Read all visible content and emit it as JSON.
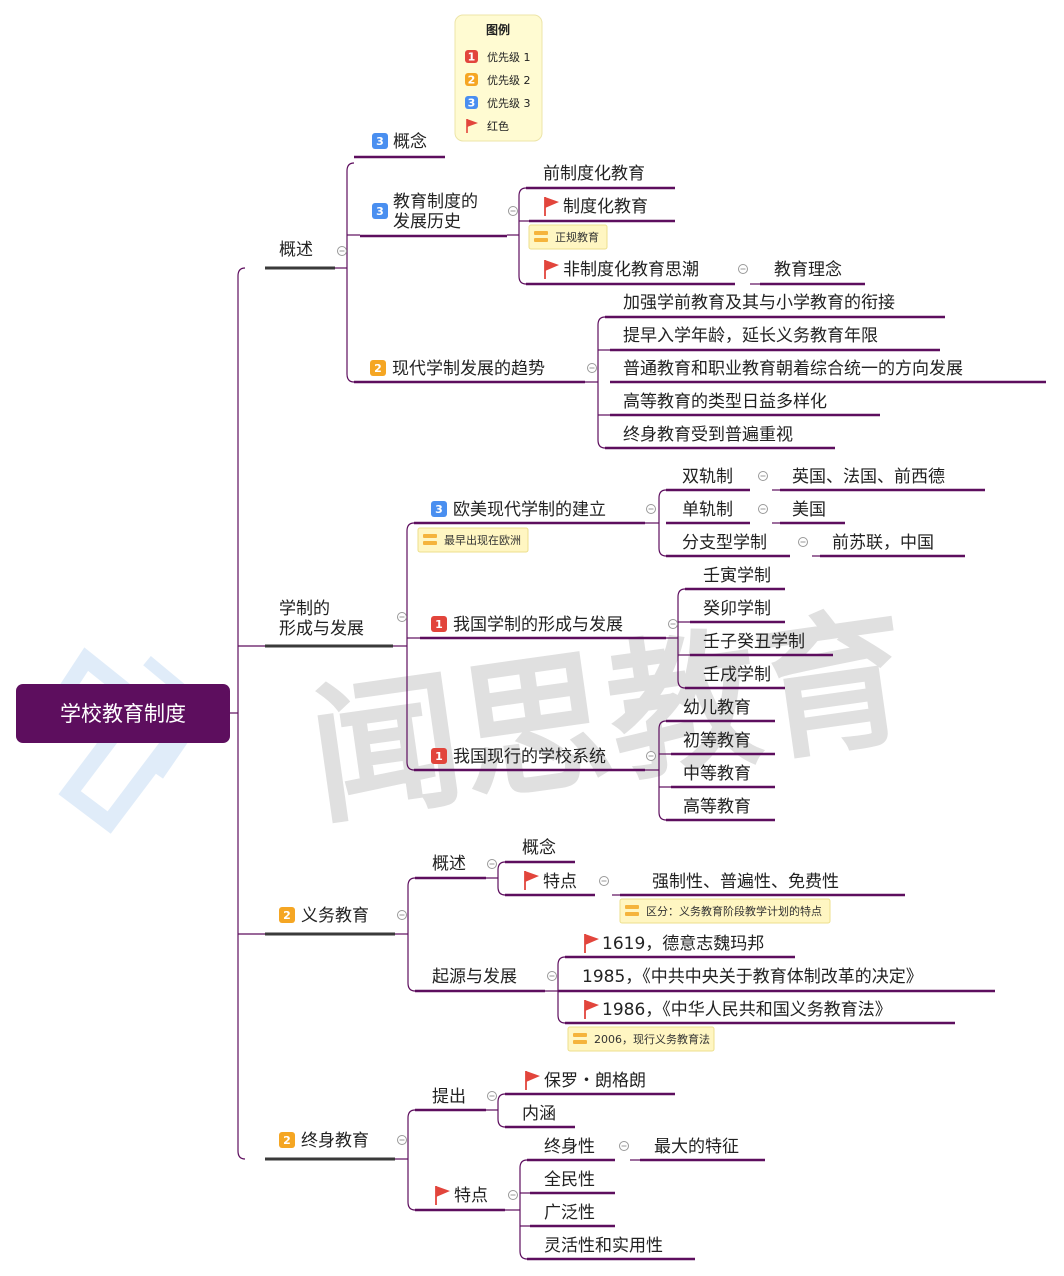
{
  "colors": {
    "root_bg": "#5d0e5e",
    "line": "#5d0e5e",
    "p1": "#e2453c",
    "p2": "#f5a623",
    "p3": "#4a8ff0",
    "flag": "#e2453c",
    "note_bg": "#fff6c2",
    "legend_bg": "#fffbd2",
    "watermark": "#d6d6d6"
  },
  "watermark": "闻思教育",
  "legend": {
    "title": "图例",
    "items": [
      {
        "badge": "1",
        "label": "优先级 1"
      },
      {
        "badge": "2",
        "label": "优先级 2"
      },
      {
        "badge": "3",
        "label": "优先级 3"
      },
      {
        "icon": "flag-icon",
        "label": "红色"
      }
    ]
  },
  "root": "学校教育制度",
  "branches": {
    "overview": {
      "label": "概述",
      "concept": {
        "badge": "3",
        "label": "概念"
      },
      "history": {
        "badge": "3",
        "label_line1": "教育制度的",
        "label_line2": "发展历史",
        "children": {
          "pre": "前制度化教育",
          "inst": {
            "label": "制度化教育",
            "note": "正规教育"
          },
          "non": {
            "label": "非制度化教育思潮",
            "child": "教育理念"
          }
        }
      },
      "trend": {
        "badge": "2",
        "label": "现代学制发展的趋势",
        "children": [
          "加强学前教育及其与小学教育的衔接",
          "提早入学年龄，延长义务教育年限",
          "普通教育和职业教育朝着综合统一的方向发展",
          "高等教育的类型日益多样化",
          "终身教育受到普遍重视"
        ]
      }
    },
    "system": {
      "label_line1": "学制的",
      "label_line2": "形成与发展",
      "western": {
        "badge": "3",
        "label": "欧美现代学制的建立",
        "note": "最早出现在欧洲",
        "children": [
          {
            "label": "双轨制",
            "child": "英国、法国、前西德"
          },
          {
            "label": "单轨制",
            "child": "美国"
          },
          {
            "label": "分支型学制",
            "child": "前苏联，中国"
          }
        ]
      },
      "china": {
        "badge": "1",
        "label": "我国学制的形成与发展",
        "children": [
          "壬寅学制",
          "癸卯学制",
          "壬子癸丑学制",
          "壬戌学制"
        ]
      },
      "current": {
        "badge": "1",
        "label": "我国现行的学校系统",
        "children": [
          "幼儿教育",
          "初等教育",
          "中等教育",
          "高等教育"
        ]
      }
    },
    "compulsory": {
      "badge": "2",
      "label": "义务教育",
      "overview": {
        "label": "概述",
        "concept": "概念",
        "feature": {
          "label": "特点",
          "child": "强制性、普遍性、免费性",
          "note": "区分：义务教育阶段教学计划的特点"
        }
      },
      "origin": {
        "label": "起源与发展",
        "children": {
          "e1619": "1619，德意志魏玛邦",
          "e1985": "1985，《中共中央关于教育体制改革的决定》",
          "e1986": "1986，《中华人民共和国义务教育法》",
          "note": "2006，现行义务教育法"
        }
      }
    },
    "lifelong": {
      "badge": "2",
      "label": "终身教育",
      "propose": {
        "label": "提出",
        "person": "保罗・朗格朗",
        "meaning": "内涵"
      },
      "features": {
        "label": "特点",
        "lifelong": {
          "label": "终身性",
          "child": "最大的特征"
        },
        "others": [
          "全民性",
          "广泛性",
          "灵活性和实用性"
        ]
      }
    }
  }
}
